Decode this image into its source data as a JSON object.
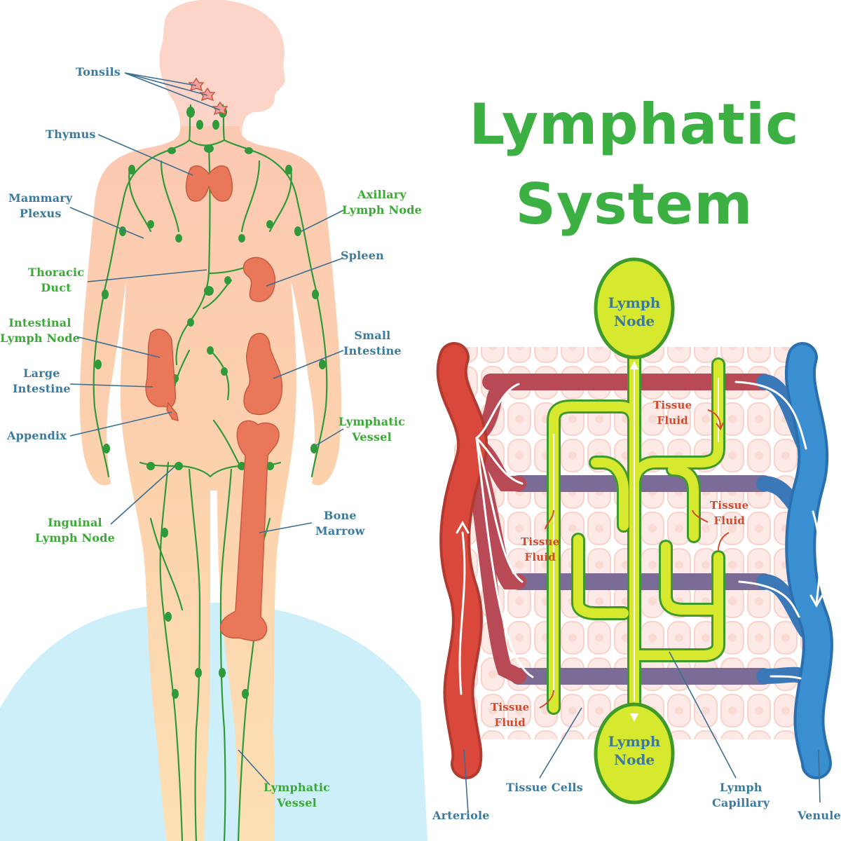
{
  "title": {
    "line1": "Lymphatic",
    "line2": "System"
  },
  "body_labels": {
    "tonsils": "Tonsils",
    "thymus": "Thymus",
    "mammary_plexus": "Mammary\nPlexus",
    "thoracic_duct": "Thoracic\nDuct",
    "intestinal_lymph_node": "Intestinal\nLymph Node",
    "large_intestine": "Large\nIntestine",
    "appendix": "Appendix",
    "inguinal_lymph_node": "Inguinal\nLymph Node",
    "axillary_lymph_node": "Axillary\nLymph Node",
    "spleen": "Spleen",
    "small_intestine": "Small\nIntestine",
    "lymphatic_vessel_arm": "Lymphatic\nVessel",
    "bone_marrow": "Bone\nMarrow",
    "lymphatic_vessel_leg": "Lymphatic\nVessel"
  },
  "capillary_labels": {
    "lymph_node_top": "Lymph\nNode",
    "lymph_node_bottom": "Lymph\nNode",
    "tissue_fluid_1": "Tissue\nFluid",
    "tissue_fluid_2": "Tissue\nFluid",
    "tissue_fluid_3": "Tissue\nFluid",
    "tissue_fluid_4": "Tissue\nFluid",
    "arteriole": "Arteriole",
    "tissue_cells": "Tissue Cells",
    "lymph_capillary": "Lymph\nCapillary",
    "venule": "Venule"
  },
  "colors": {
    "title_green": "#3cb043",
    "label_blue": "#3b7aa0",
    "label_green": "#3aaa35",
    "tissue_red": "#d24a2e",
    "skin": "#fbd3b0",
    "organ": "#e9785a",
    "lymph_vessel": "#2f9a3a",
    "lymph_node_fill": "#d7e92e",
    "arteriole_red": "#d9483b",
    "venule_blue": "#3a8fd0",
    "ground_blue": "#cdeffa"
  }
}
